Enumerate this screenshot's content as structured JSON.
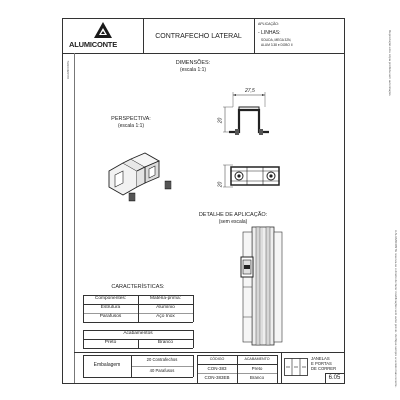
{
  "header": {
    "brand": "ALUMICONTE",
    "title": "CONTRAFECHO LATERAL",
    "application_label": "APLICAÇÃO:",
    "lines_label": "- LINHAS:",
    "lines_values": [
      "SOLIDA, MEGA 32N,",
      "ALUM 3.38 e DOBO II"
    ]
  },
  "side_notes": {
    "right_top": "Reprodução e/ou cópia proibida sem autorização.",
    "right_bottom": "A ALUMICONTE reserva-se o direito de fazer modificações sem aviso prévio. Verifique sempre a versão mais recente.",
    "left": "ALUMICONTE"
  },
  "dimensions_section": {
    "title": "DIMENSÕES:",
    "scale": "(escala 1:1)",
    "width_dim": "27,5",
    "height_dim_top": "20",
    "height_dim_bottom": "20"
  },
  "perspective_section": {
    "title": "PERSPECTIVA:",
    "scale": "(escala 1:1)"
  },
  "application_detail": {
    "title": "DETALHE DE APLICAÇÃO:",
    "scale": "(sem escala)"
  },
  "characteristics": {
    "title": "CARACTERÍSTICAS:",
    "headers": [
      "Componentes:",
      "Matéria-prima:"
    ],
    "rows": [
      [
        "Estrutura",
        "Alumínio"
      ],
      [
        "Parafusos",
        "Aço Inox"
      ]
    ]
  },
  "finishes": {
    "title": "Acabamentos",
    "options": [
      "Preto",
      "Branco"
    ]
  },
  "packaging": {
    "label": "Embalagem",
    "values": [
      "20 Contrafechos",
      "40 Parafusos"
    ]
  },
  "codes": {
    "headers": [
      "CÓDIGO",
      "ACABAMENTO"
    ],
    "rows": [
      [
        "CON-383",
        "Preto"
      ],
      [
        "CON-383EB",
        "Branco"
      ]
    ]
  },
  "category": {
    "lines": [
      "JANELAS",
      "E PORTAS",
      "DE CORRER"
    ]
  },
  "page_number": "6.05"
}
